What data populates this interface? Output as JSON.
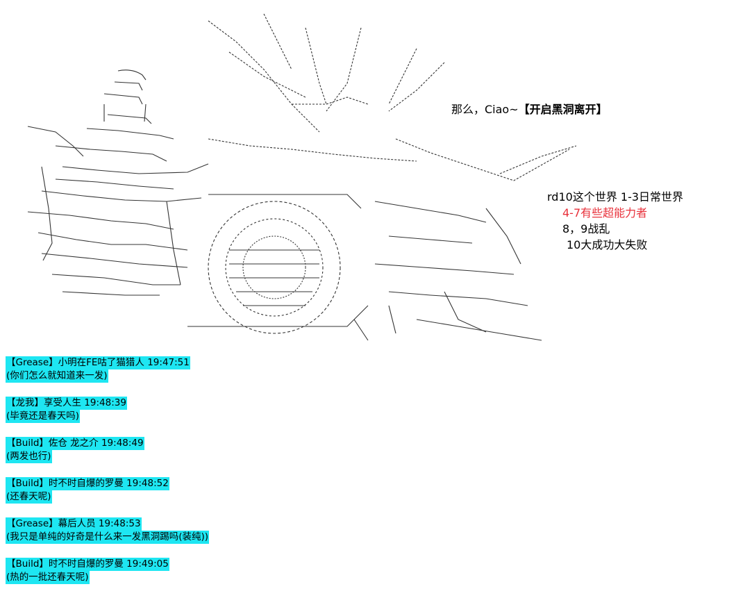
{
  "caption": {
    "prefix": "那么，Ciao~",
    "bold": "【开启黑洞离开】"
  },
  "notes": [
    {
      "text": "rd10这个世界 1-3日常世界",
      "color": "#000000"
    },
    {
      "text": "4-7有些超能力者",
      "color": "#e8303a"
    },
    {
      "text": "8，9战乱",
      "color": "#000000"
    },
    {
      "text": "10大成功大失败",
      "color": "#000000"
    }
  ],
  "chat": [
    {
      "header": "【Grease】小明在FE咕了猫猎人 19:47:51",
      "body": "(你们怎么就知道来一发)"
    },
    {
      "header": "【龙我】享受人生 19:48:39",
      "body": "(毕竟还是春天吗)"
    },
    {
      "header": "【Build】佐仓 龙之介 19:48:49",
      "body": "(两发也行)"
    },
    {
      "header": "【Build】时不时自爆的罗曼 19:48:52",
      "body": "(还春天呢)"
    },
    {
      "header": "【Grease】幕后人员 19:48:53",
      "body": "(我只是单纯的好奇是什么来一发黑洞踢吗(装纯))"
    },
    {
      "header": "【Build】时不时自爆的罗曼 19:49:05",
      "body": "(热的一批还春天呢)"
    }
  ],
  "highlight_color": "#1ee6f2"
}
